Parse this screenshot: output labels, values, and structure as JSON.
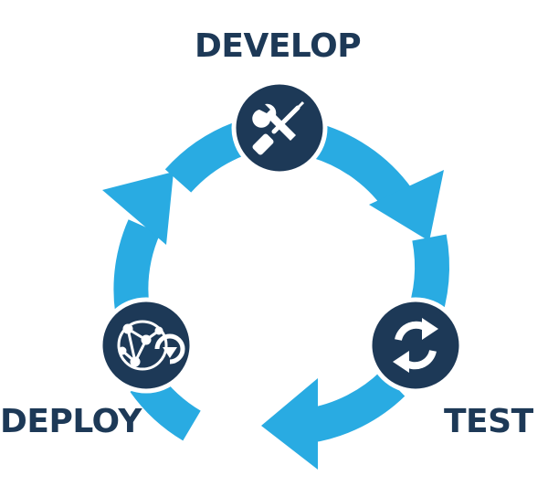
{
  "stages": {
    "develop": {
      "label": "DEVELOP",
      "icon": "wrench-screwdriver-icon"
    },
    "test": {
      "label": "TEST",
      "icon": "refresh-arrows-icon"
    },
    "deploy": {
      "label": "DEPLOY",
      "icon": "network-globe-icon"
    }
  },
  "colors": {
    "ring": "#29abe2",
    "node": "#1d3957",
    "node_border": "#ffffff",
    "label": "#1d3957",
    "background": "#ffffff"
  }
}
